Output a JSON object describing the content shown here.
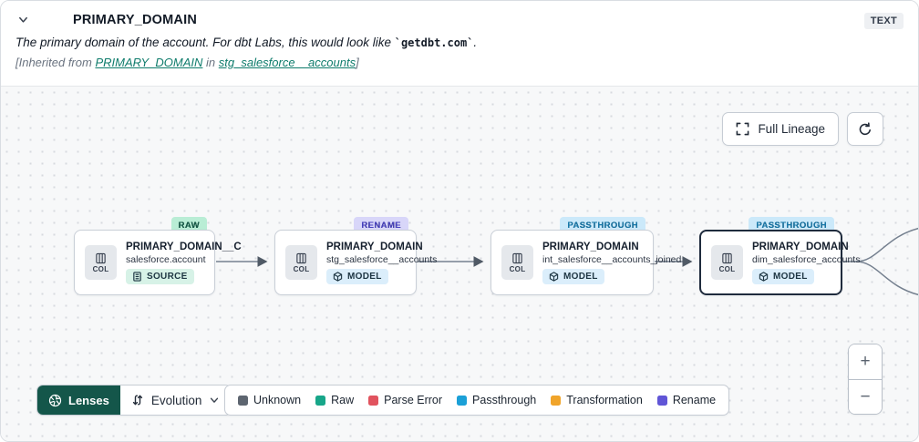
{
  "header": {
    "title": "PRIMARY_DOMAIN",
    "type_badge": "TEXT",
    "description_prefix": "The primary domain of the account. For dbt Labs, this would look like ",
    "description_code": "`getdbt.com`",
    "description_suffix": ".",
    "inherited_prefix": "[Inherited from ",
    "inherited_link_column": "PRIMARY_DOMAIN",
    "inherited_middle": " in ",
    "inherited_link_model": "stg_salesforce__accounts",
    "inherited_suffix": "]"
  },
  "canvas": {
    "full_lineage_label": "Full Lineage",
    "nodes": [
      {
        "badge": "RAW",
        "badge_bg": "#b9edd5",
        "badge_color": "#145c49",
        "col_label": "COL",
        "title": "PRIMARY_DOMAIN__C",
        "subtitle": "salesforce.account",
        "resource": "SOURCE",
        "resource_bg": "#d7f2e7"
      },
      {
        "badge": "RENAME",
        "badge_bg": "#d8d6f9",
        "badge_color": "#4740c0",
        "col_label": "COL",
        "title": "PRIMARY_DOMAIN",
        "subtitle": "stg_salesforce__accounts",
        "resource": "MODEL",
        "resource_bg": "#dbeefb"
      },
      {
        "badge": "PASSTHROUGH",
        "badge_bg": "#cbe9fa",
        "badge_color": "#1779ab",
        "col_label": "COL",
        "title": "PRIMARY_DOMAIN",
        "subtitle": "int_salesforce__accounts_joined",
        "resource": "MODEL",
        "resource_bg": "#dbeefb"
      },
      {
        "badge": "PASSTHROUGH",
        "badge_bg": "#cbe9fa",
        "badge_color": "#1779ab",
        "col_label": "COL",
        "title": "PRIMARY_DOMAIN",
        "subtitle": "dim_salesforce_accounts",
        "resource": "MODEL",
        "resource_bg": "#dbeefb"
      }
    ],
    "toolbar": {
      "lenses_label": "Lenses",
      "lens_selected": "Evolution"
    },
    "legend": [
      {
        "label": "Unknown",
        "color": "#5d6570"
      },
      {
        "label": "Raw",
        "color": "#17a689"
      },
      {
        "label": "Parse Error",
        "color": "#e1535e"
      },
      {
        "label": "Passthrough",
        "color": "#1ba0d7"
      },
      {
        "label": "Transformation",
        "color": "#f0a42a"
      },
      {
        "label": "Rename",
        "color": "#6055d6"
      }
    ],
    "zoom_in_label": "+",
    "zoom_out_label": "−"
  }
}
